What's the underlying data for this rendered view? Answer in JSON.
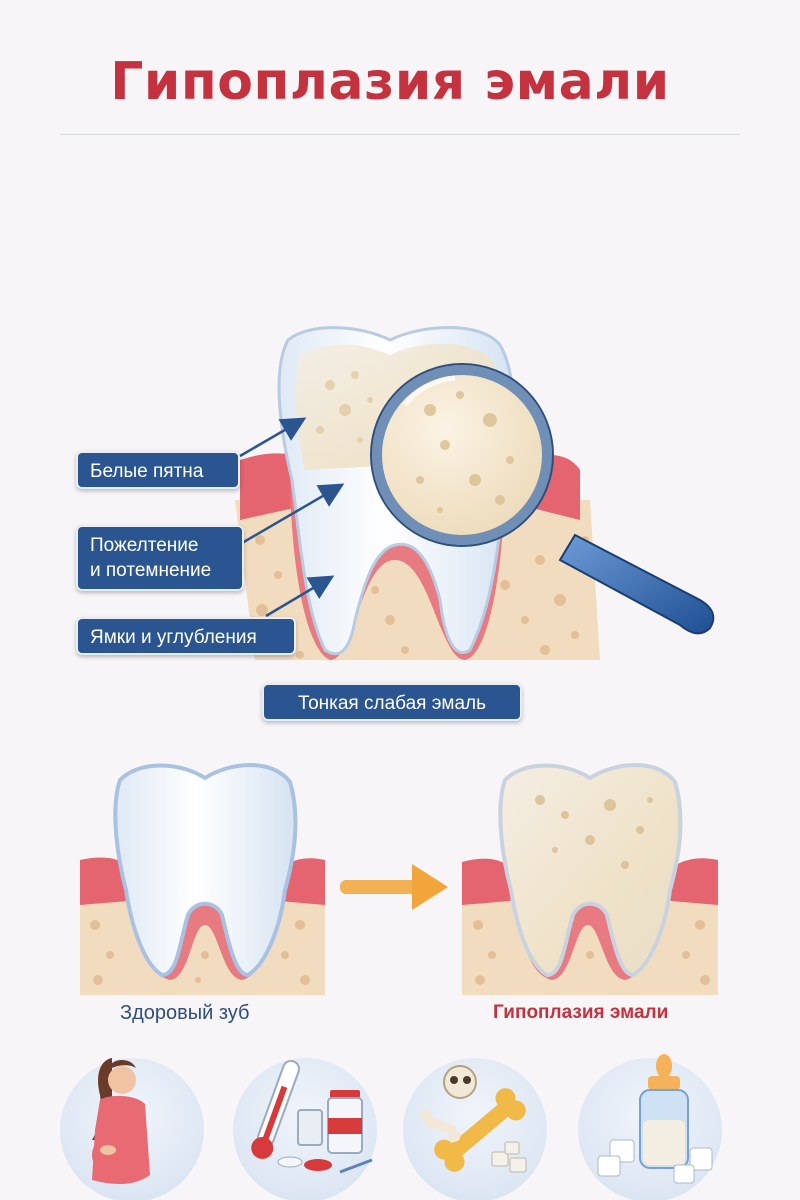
{
  "title": "Гипоплазия эмали",
  "main_illustration": {
    "labels": {
      "white_spots": "Белые пятна",
      "yellowing_line1": "Пожелтение",
      "yellowing_line2": "и потемнение",
      "pits": "Ямки и углубления",
      "thin_enamel": "Тонкая слабая эмаль"
    }
  },
  "comparison": {
    "healthy_caption": "Здоровый зуб",
    "hypoplasia_caption": "Гипоплазия эмали"
  },
  "cause_icons": [
    "pregnant-woman-icon",
    "thermometer-medicine-icon",
    "bone-icon",
    "baby-bottle-sugar-icon"
  ],
  "colors": {
    "title_red": "#c4323f",
    "label_blue": "#2b5591",
    "gum_pink": "#e4646f",
    "bone_beige": "#f2dcc0",
    "arrow_orange": "#f2a53a"
  }
}
